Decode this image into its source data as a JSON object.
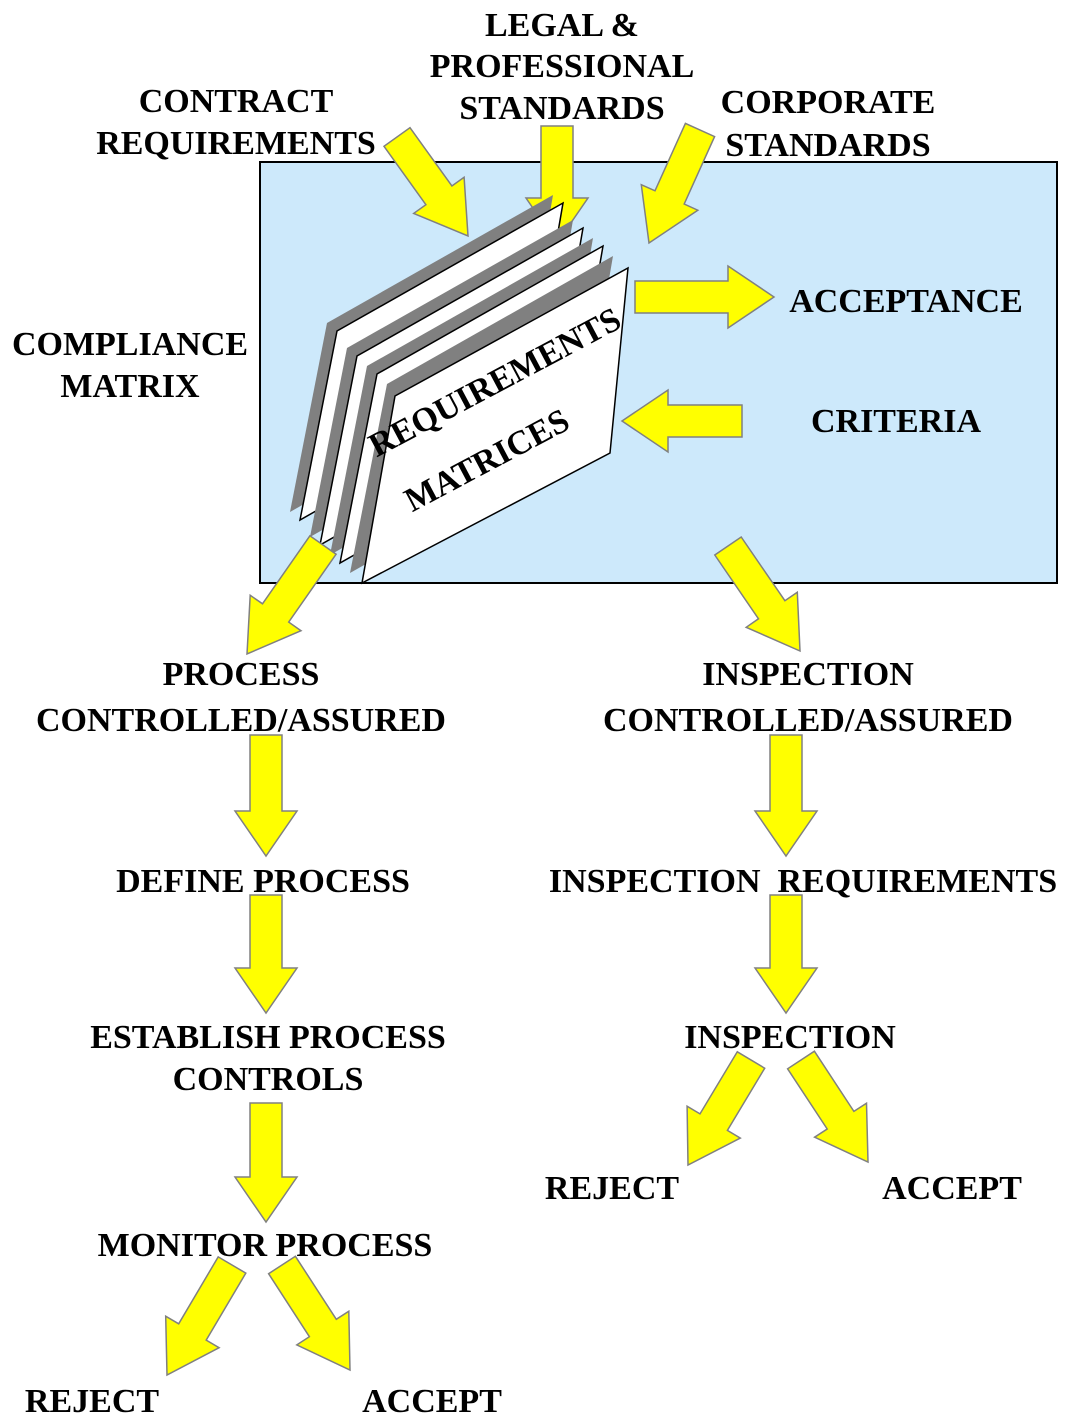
{
  "colors": {
    "panel_fill": "#cde9fb",
    "panel_stroke": "#000000",
    "arrow_fill": "#ffff00",
    "arrow_stroke": "#808080",
    "page_fill": "#ffffff",
    "page_shadow": "#808080",
    "text": "#000000"
  },
  "inputs": {
    "contract": [
      "CONTRACT",
      "REQUIREMENTS"
    ],
    "legal": [
      "LEGAL &",
      "PROFESSIONAL",
      "STANDARDS"
    ],
    "corporate": [
      "CORPORATE",
      "STANDARDS"
    ]
  },
  "compliance_matrix": [
    "COMPLIANCE",
    "MATRIX"
  ],
  "matrices_stack": {
    "line1": "REQUIREMENTS",
    "line2": "MATRICES"
  },
  "acceptance_label": "ACCEPTANCE",
  "criteria_label": "CRITERIA",
  "process_branch": {
    "header": [
      "PROCESS",
      "CONTROLLED/ASSURED"
    ],
    "define": "DEFINE PROCESS",
    "establish": [
      "ESTABLISH PROCESS",
      "CONTROLS"
    ],
    "monitor": "MONITOR PROCESS",
    "reject": "REJECT",
    "accept": "ACCEPT"
  },
  "inspection_branch": {
    "header": [
      "INSPECTION",
      "CONTROLLED/ASSURED"
    ],
    "requirements": "INSPECTION  REQUIREMENTS",
    "inspection": "INSPECTION",
    "reject": "REJECT",
    "accept": "ACCEPT"
  }
}
